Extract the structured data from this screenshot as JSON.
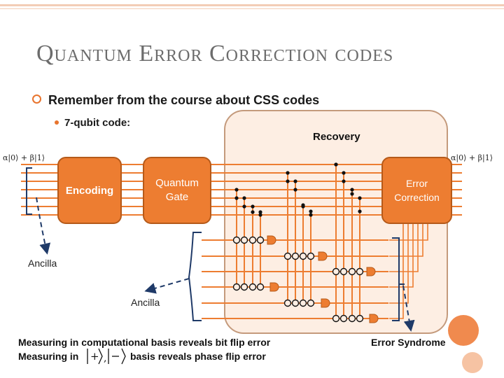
{
  "slide": {
    "title": "Quantum Error Correction codes",
    "bullet_main": "Remember from the course about CSS codes",
    "bullet_sub": "7-qubit code:",
    "recovery_label": "Recovery",
    "encoding_label": "Encoding",
    "gate_label_1": "Quantum",
    "gate_label_2": "Gate",
    "ec_label_1": "Error",
    "ec_label_2": "Correction",
    "state_in": "α|0⟩ + β|1⟩",
    "state_out": "α|0⟩ + β|1⟩",
    "ancilla_left": "Ancilla",
    "ancilla_bottom": "Ancilla",
    "error_syndrome": "Error Syndrome",
    "caption_line1": "Measuring in computational basis reveals bit flip error",
    "caption_line2_prefix": "Measuring in",
    "caption_line2_basis": "|+⟩,|−⟩",
    "caption_line2_suffix": "basis reveals phase flip error"
  },
  "colors": {
    "accent": "#ed7d31",
    "wire": "#ed7d31",
    "arrow": "#1f3a68",
    "panel": "#fdeee3"
  }
}
